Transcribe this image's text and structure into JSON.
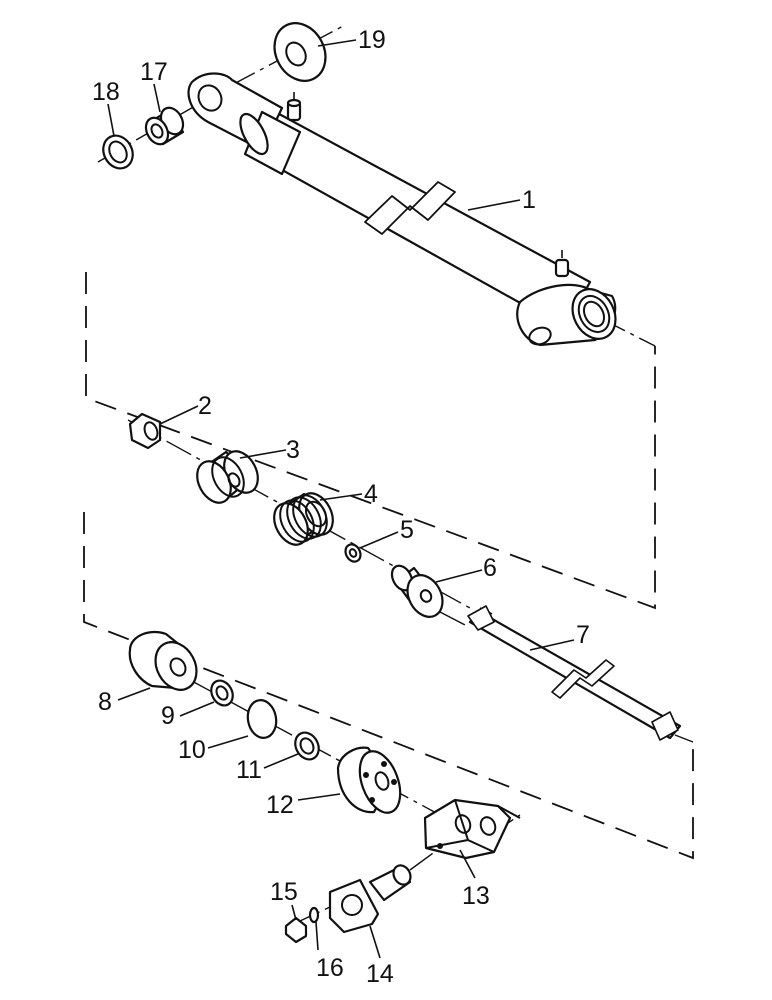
{
  "parts": [
    {
      "id": "1",
      "label": "1"
    },
    {
      "id": "2",
      "label": "2"
    },
    {
      "id": "3",
      "label": "3"
    },
    {
      "id": "4",
      "label": "4"
    },
    {
      "id": "5",
      "label": "5"
    },
    {
      "id": "6",
      "label": "6"
    },
    {
      "id": "7",
      "label": "7"
    },
    {
      "id": "8",
      "label": "8"
    },
    {
      "id": "9",
      "label": "9"
    },
    {
      "id": "10",
      "label": "10"
    },
    {
      "id": "11",
      "label": "11"
    },
    {
      "id": "12",
      "label": "12"
    },
    {
      "id": "13",
      "label": "13"
    },
    {
      "id": "14",
      "label": "14"
    },
    {
      "id": "15",
      "label": "15"
    },
    {
      "id": "16",
      "label": "16"
    },
    {
      "id": "17",
      "label": "17"
    },
    {
      "id": "18",
      "label": "18"
    },
    {
      "id": "19",
      "label": "19"
    }
  ]
}
